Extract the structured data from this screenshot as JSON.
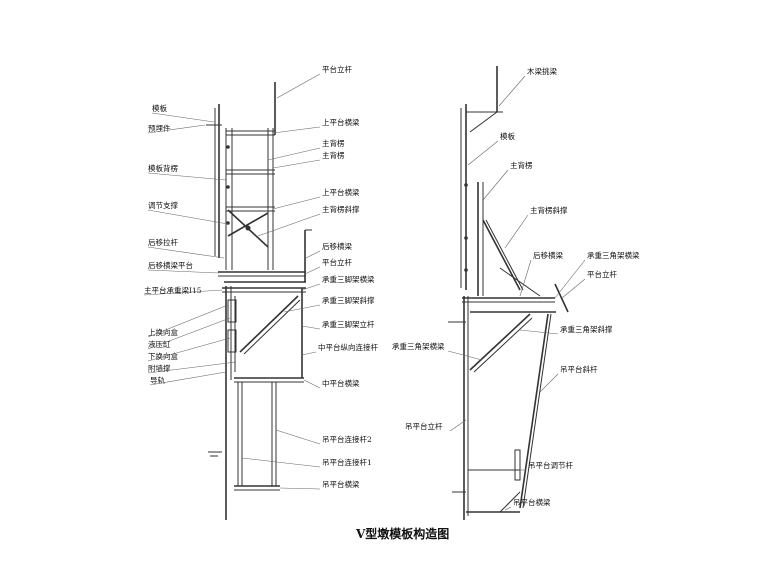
{
  "caption": "V型墩模板构造图",
  "left_view": {
    "labels_left": [
      "模板",
      "预埋件",
      "模板背楞",
      "调节支撑",
      "后移拉杆",
      "后移横梁平台",
      "主平台承重梁I15",
      "上换向盒",
      "液压缸",
      "下换向盒",
      "附墙撑",
      "导轨"
    ],
    "labels_right": [
      "平台立杆",
      "上平台横梁",
      "主背楞",
      "主背楞",
      "上平台横梁",
      "主背楞斜撑",
      "后移横梁",
      "平台立杆",
      "承重三脚架横梁",
      "承重三脚架斜撑",
      "承重三脚架立杆",
      "中平台纵向连接杆",
      "中平台横梁",
      "吊平台连接杆2",
      "吊平台连接杆1",
      "吊平台横梁"
    ]
  },
  "right_view": {
    "labels": [
      "木梁挑梁",
      "模板",
      "主背楞",
      "主背楞斜撑",
      "后移横梁",
      "承重三角架横梁",
      "平台立杆",
      "承重三角架斜撑",
      "承重三角架横梁",
      "吊平台斜杆",
      "吊平台立杆",
      "吊平台调节杆",
      "吊平台横梁"
    ]
  }
}
